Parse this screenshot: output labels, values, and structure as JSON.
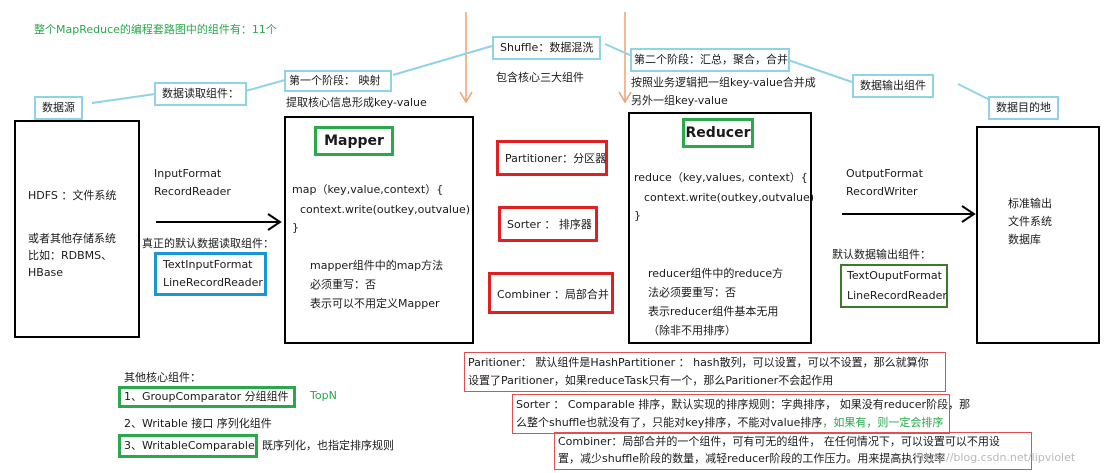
{
  "header": {
    "summary": "整个MapReduce的编程套路图中的组件有：11个"
  },
  "source": {
    "label": "数据源",
    "content": [
      "HDFS ：文件系统",
      "或者其他存储系统",
      "比如：RDBMS、",
      "HBase"
    ]
  },
  "reader_callout": "数据读取组件：",
  "input_format": [
    "InputFormat",
    "RecordReader"
  ],
  "default_reader": {
    "label": "真正的默认数据读取组件：",
    "items": [
      "TextInputFormat",
      "LineRecordReader"
    ]
  },
  "stage1": {
    "line1": "第一个阶段： 映射",
    "line2": "提取核心信息形成key-value"
  },
  "mapper": {
    "title": "Mapper",
    "code": [
      "map（key,value,context）{",
      "context.write(outkey,outvalue)",
      "}"
    ],
    "notes": [
      "mapper组件中的map方法",
      "必须重写：否",
      "表示可以不用定义Mapper"
    ]
  },
  "shuffle": {
    "label": "Shuffle：数据混洗",
    "note": "包含核心三大组件",
    "components": [
      "Partitioner：分区器",
      "Sorter ： 排序器",
      "Combiner ：局部合并"
    ]
  },
  "stage2": {
    "lines": [
      "第二个阶段：汇总，聚合，合并",
      "按照业务逻辑把一组key-value合并成",
      "另外一组key-value"
    ]
  },
  "reducer": {
    "title": "Reducer",
    "code": [
      "reduce（key,values, context）{",
      "context.write(outkey,outvalue)",
      "}"
    ],
    "notes": [
      "reducer组件中的reduce方",
      "法必须要重写：否",
      "表示reducer组件基本无用",
      "（除非不用排序）"
    ]
  },
  "output_callout": "数据输出组件",
  "output_format": [
    "OutputFormat",
    "RecordWriter"
  ],
  "default_writer": {
    "label": "默认数据输出组件：",
    "items": [
      "TextOuputFormat",
      "LineRecordReader"
    ]
  },
  "destination": {
    "label": "数据目的地",
    "content": [
      "标准输出",
      "文件系统",
      "数据库"
    ]
  },
  "other": {
    "label": "其他核心组件：",
    "group_comparator": "1、GroupComparator 分组组件",
    "topn": "TopN",
    "writable": "2、Writable 接口   序列化组件",
    "writable_comparable": "3、WritableComparable",
    "writable_comparable_note": "既序列化，也指定排序规则"
  },
  "notes": {
    "partitioner": [
      "Paritioner： 默认组件是HashPartitioner ： hash散列，可以设置，可以不设置，那么就算你",
      "设置了Paritioner，如果reduceTask只有一个，那么Paritioner不会起作用"
    ],
    "sorter": [
      "Sorter ： Comparable 排序，默认实现的排序规则：字典排序， 如果没有reducer阶段，那",
      "么整个shuffle也就没有了，只能对key排序，不能对value排序"
    ],
    "sorter_highlight": "，如果有，则一定会排序",
    "combiner": [
      "Combiner：局部合并的一个组件，可有可无的组件， 在任何情况下，可以设置可以不用设",
      "置，减少shuffle阶段的数量，减轻reducer阶段的工作压力。用来提高执行效率"
    ]
  },
  "watermark": "https://blog.csdn.net/lipviolet",
  "colors": {
    "green_text": "#2aa84a",
    "orange_line": "#f0a070",
    "cyan_border": "#8fd3e6"
  }
}
